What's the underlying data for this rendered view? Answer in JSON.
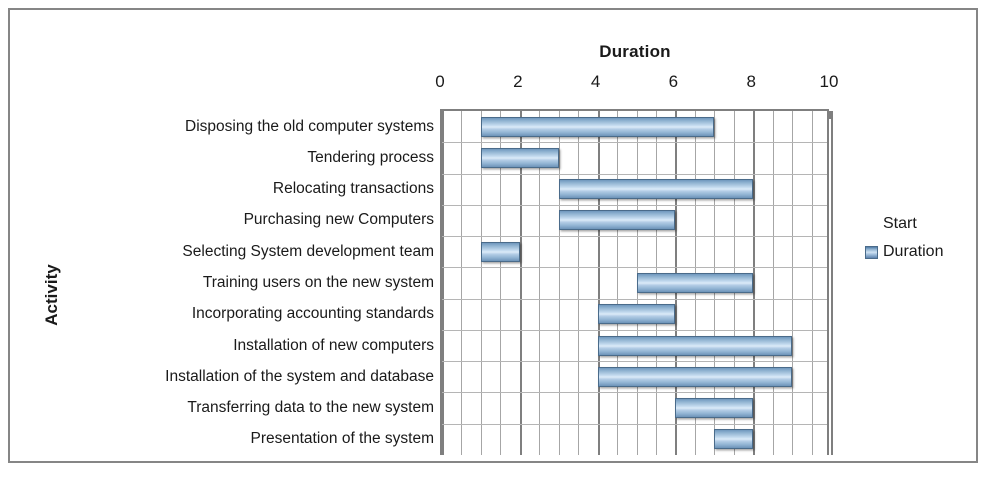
{
  "chart_data": {
    "type": "bar",
    "subtype": "gantt",
    "title": "",
    "xlabel": "Duration",
    "ylabel": "Activity",
    "xlim": [
      0,
      10
    ],
    "xticks": [
      0,
      2,
      4,
      6,
      8,
      10
    ],
    "xtick_labels": [
      "0",
      "2",
      "4",
      "6",
      "8",
      "10"
    ],
    "minor_tick_step": 0.5,
    "grid": true,
    "legend_position": "right",
    "categories": [
      "Disposing the old computer systems",
      "Tendering process",
      "Relocating transactions",
      "Purchasing new Computers",
      "Selecting System development team",
      "Training users on the new system",
      "Incorporating accounting standards",
      "Installation of new computers",
      "Installation of the system and database",
      "Transferring data to the new system",
      "Presentation of the system"
    ],
    "series": [
      {
        "name": "Start",
        "visible": false,
        "values": [
          1,
          1,
          3,
          3,
          1,
          5,
          4,
          4,
          4,
          6,
          7
        ]
      },
      {
        "name": "Duration",
        "visible": true,
        "color": "#8db0cf",
        "values": [
          6,
          2,
          5,
          3,
          1,
          3,
          2,
          5,
          5,
          2,
          1
        ]
      }
    ]
  },
  "legend": {
    "entries": [
      {
        "label": "Start",
        "swatch": false
      },
      {
        "label": "Duration",
        "swatch": true
      }
    ]
  },
  "colors": {
    "bar_fill": "#8db0cf",
    "bar_border": "#4a6b8a",
    "frame_border": "#868686",
    "grid_major": "#7f7f7f",
    "grid_minor": "#a6a6a6",
    "text": "#1a1a1a"
  }
}
